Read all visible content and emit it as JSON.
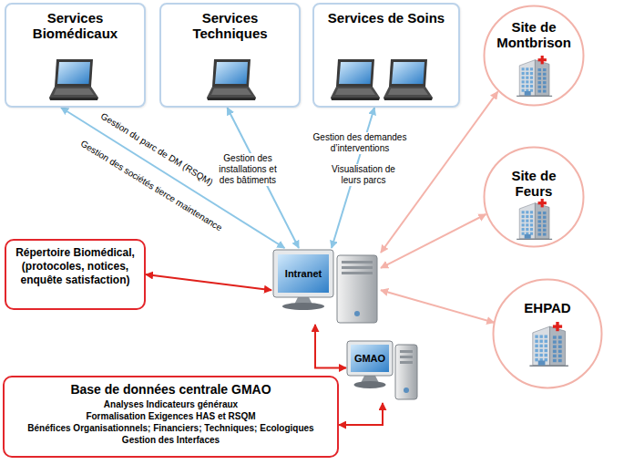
{
  "diagram": {
    "nodes": [
      {
        "text": [
          "Services Biomédicaux"
        ]
      },
      {
        "text": [
          "Services Techniques"
        ]
      },
      {
        "text": [
          "Services de Soins"
        ]
      },
      {
        "text": [
          "Site de Montbrison"
        ]
      },
      {
        "text": [
          "Site de Feurs"
        ]
      },
      {
        "text": [
          "Répertoire Biomédical, (protocoles, notices, enquête satisfaction)"
        ]
      },
      {
        "text": [
          "Intranet"
        ]
      },
      {
        "text": [
          "EHPAD"
        ]
      },
      {
        "text": [
          "GMAO"
        ]
      },
      {
        "text": [
          "Base de données centrale GMAO",
          "Analyses Indicateurs généraux",
          "Formalisation Exigences HAS et RSQM",
          "Bénéfices Organisationnels; Financiers; Techniques; Ecologiques",
          "Gestion des Interfaces"
        ]
      }
    ],
    "edges": [
      {
        "from": 0,
        "to": 6,
        "label": "Gestion du parc de DM (RSQM)",
        "arrow": "both"
      },
      {
        "from": 1,
        "to": 6,
        "label": "Gestion des installations et des bâtiments",
        "arrow": "both"
      },
      {
        "from": 2,
        "to": 6,
        "label": "Gestion des demandes d’interventions",
        "arrow": "both"
      },
      {
        "from": 3,
        "to": 6,
        "arrow": "both"
      },
      {
        "from": 4,
        "to": 6,
        "arrow": "both"
      },
      {
        "from": 7,
        "to": 6,
        "arrow": "both"
      },
      {
        "from": 5,
        "to": 6,
        "arrow": "both"
      },
      {
        "from": 6,
        "to": 8,
        "arrow": "both"
      },
      {
        "from": 9,
        "to": 8,
        "arrow": "both"
      }
    ],
    "labels": [
      "Gestion des sociétés tierce maintenance",
      "Visualisation de leurs parcs"
    ]
  }
}
